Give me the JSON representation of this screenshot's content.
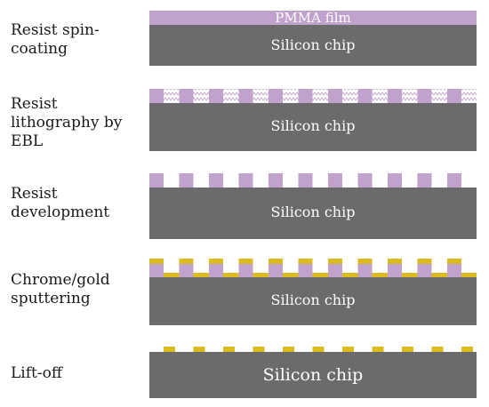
{
  "colors": {
    "silicon": "#6b6b6b",
    "pmma": "#c0a2cc",
    "exposed_pmma_pattern": "#ffffff",
    "metal": "#dcbb1f",
    "chip_text": "#ffffff",
    "label_text": "#1a1a1a"
  },
  "materials": {
    "pmma_film_label": "PMMA film",
    "silicon_chip_label": "Silicon chip"
  },
  "steps": [
    {
      "label": "Resist spin-\ncoating"
    },
    {
      "label": "Resist\nlithography by\nEBL"
    },
    {
      "label": "Resist\ndevelopment"
    },
    {
      "label": "Chrome/gold\nsputtering"
    },
    {
      "label": "Lift-off"
    }
  ]
}
